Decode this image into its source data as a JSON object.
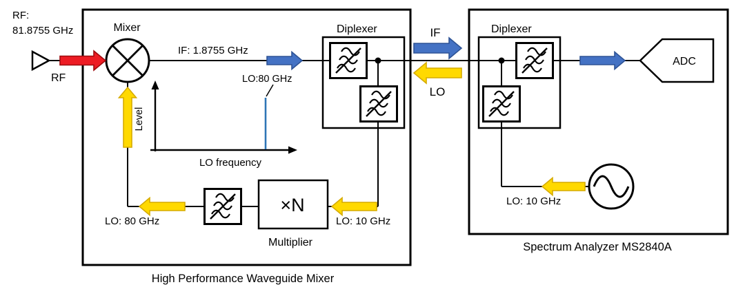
{
  "colors": {
    "rf_red": "#ed1c24",
    "if_blue": "#4472c4",
    "lo_yellow": "#ffd900",
    "graph_marker_blue": "#2e75b6",
    "line_black": "#000000"
  },
  "input": {
    "rf_label": "RF:",
    "rf_value": "81.8755 GHz",
    "rf_port": "RF"
  },
  "mixer_box": {
    "caption": "High Performance Waveguide Mixer",
    "mixer": "Mixer",
    "if_signal": "IF: 1.8755 GHz",
    "diplexer": "Diplexer",
    "graph": {
      "level": "Level",
      "x_label": "LO frequency",
      "marker": "LO:80 GHz"
    },
    "lo_80": "LO: 80 GHz",
    "multiplier_sign": "×N",
    "multiplier": "Multiplier",
    "lo_10": "LO: 10 GHz"
  },
  "bus": {
    "if_label": "IF",
    "lo_label": "LO"
  },
  "analyzer": {
    "caption": "Spectrum Analyzer MS2840A",
    "diplexer": "Diplexer",
    "adc": "ADC",
    "lo_10": "LO: 10 GHz"
  }
}
